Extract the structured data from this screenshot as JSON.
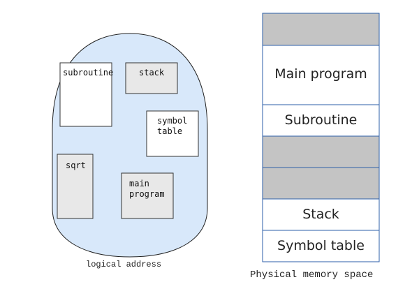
{
  "logical_space": {
    "caption": "logical address",
    "fill_color": "#d8e8fa",
    "blocks": [
      {
        "label": "subroutine"
      },
      {
        "label": "stack"
      },
      {
        "label": "symbol\ntable"
      },
      {
        "label": "sqrt"
      },
      {
        "label": "main\nprogram"
      }
    ]
  },
  "physical_memory": {
    "caption": "Physical memory space",
    "segments": [
      {
        "label": "",
        "state": "occupied"
      },
      {
        "label": "Main program",
        "state": "allocated"
      },
      {
        "label": "Subroutine",
        "state": "allocated"
      },
      {
        "label": "",
        "state": "occupied"
      },
      {
        "label": "",
        "state": "occupied"
      },
      {
        "label": "Stack",
        "state": "allocated"
      },
      {
        "label": "Symbol table",
        "state": "allocated"
      }
    ],
    "occupied_color": "#c4c4c4",
    "border_color": "#2e5fa8"
  }
}
